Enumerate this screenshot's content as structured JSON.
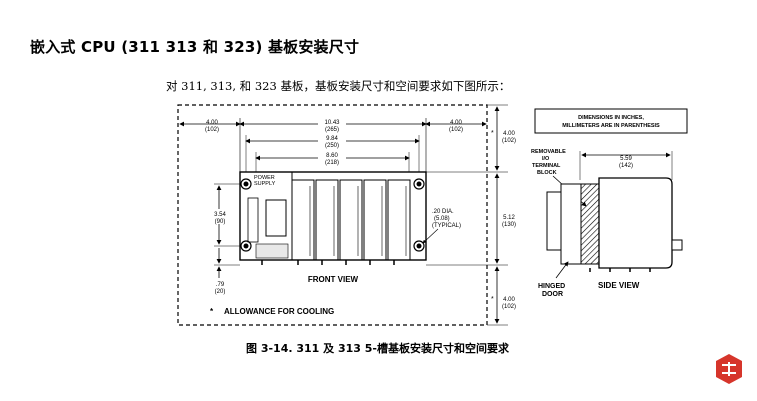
{
  "document": {
    "title": "嵌入式 CPU (311  313  和 323) 基板安装尺寸",
    "intro": "对 311, 313, 和 323 基板，基板安装尺寸和空间要求如下图所示：",
    "caption": "图 3-14. 311 及 313 5-槽基板安装尺寸和空间要求"
  },
  "front_view": {
    "dim_left_top": "4.00",
    "dim_left_top_mm": "(102)",
    "dim_overall": "10.43",
    "dim_overall_mm": "(265)",
    "dim_mount": "9.84",
    "dim_mount_mm": "(250)",
    "dim_inner": "8.60",
    "dim_inner_mm": "(218)",
    "dim_right_top": "4.00",
    "dim_right_top_mm": "(102)",
    "dim_top_clear": "4.00",
    "dim_top_clear_mm": "(102)",
    "dim_height": "3.54",
    "dim_height_mm": "(90)",
    "dim_hole": ".20 DIA.",
    "dim_hole_mm": "(5.08)",
    "dim_hole_note": "(TYPICAL)",
    "dim_total_h": "5.12",
    "dim_total_h_mm": "(130)",
    "dim_bottom": ".79",
    "dim_bottom_mm": "(20)",
    "dim_bottom_clear": "4.00",
    "dim_bottom_clear_mm": "(102)",
    "power_label_1": "POWER",
    "power_label_2": "SUPPLY",
    "view_label": "FRONT VIEW",
    "allowance_star": "*",
    "allowance_text": "ALLOWANCE FOR COOLING"
  },
  "side_view": {
    "note_1": "DIMENSIONS IN INCHES,",
    "note_2": "MILLIMETERS ARE IN PARENTHESIS",
    "removable_1": "REMOVABLE",
    "removable_2": "I/O",
    "removable_3": "TERMINAL",
    "removable_4": "BLOCK",
    "dim_depth": "5.59",
    "dim_depth_mm": "(142)",
    "hinged_1": "HINGED",
    "hinged_2": "DOOR",
    "view_label": "SIDE VIEW"
  },
  "colors": {
    "watermark": "#d6352b"
  }
}
